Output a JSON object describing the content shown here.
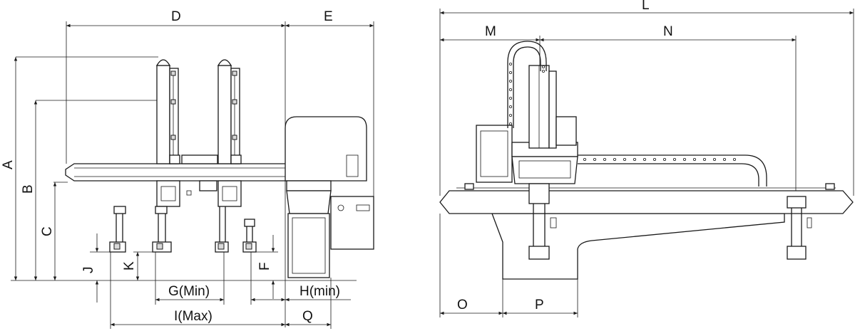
{
  "labels": {
    "A": "A",
    "B": "B",
    "C": "C",
    "D": "D",
    "E": "E",
    "F": "F",
    "G": "G(Min)",
    "H": "H(min)",
    "I": "I(Max)",
    "J": "J",
    "K": "K",
    "Q": "Q",
    "L": "L",
    "M": "M",
    "N": "N",
    "O": "O",
    "P": "P"
  }
}
